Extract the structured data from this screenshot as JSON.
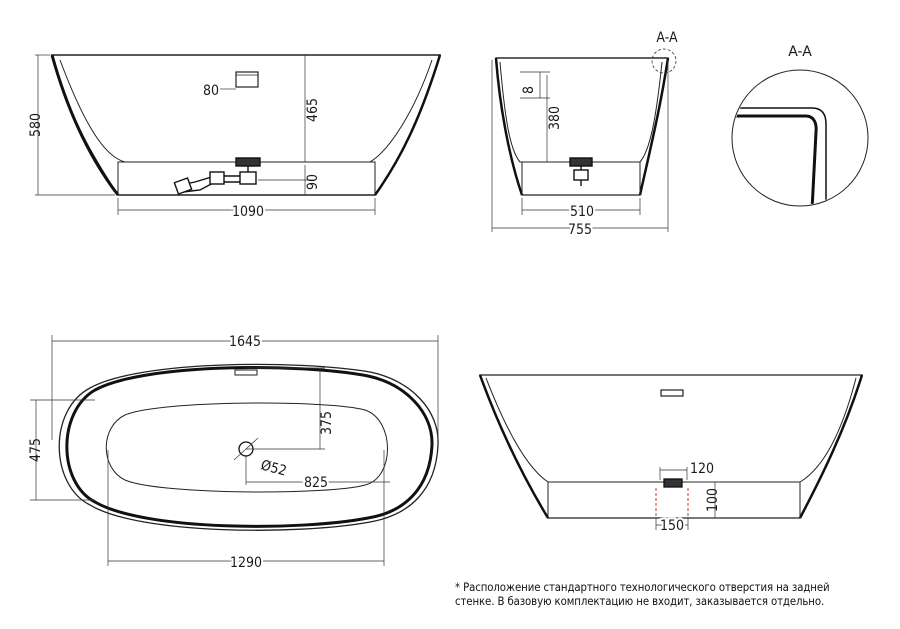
{
  "views": {
    "front": {
      "height": "580",
      "overflow_width": "80",
      "rim_to_floor": "465",
      "drain_height": "90",
      "base_width": "1090"
    },
    "side": {
      "rim_thickness": "8",
      "depth": "380",
      "base_width": "510",
      "overall_width": "755",
      "section_label": "A-A"
    },
    "detail": {
      "title": "A-A"
    },
    "top": {
      "overall_length": "1645",
      "overall_width": "475",
      "inner_half_width": "375",
      "drain_diameter": "Ø52",
      "drain_offset": "825",
      "inner_length": "1290"
    },
    "drain_detail": {
      "waste_width": "120",
      "waste_height": "100",
      "opening_width": "150"
    }
  },
  "footnote": {
    "line1": "* Расположение стандартного технологического отверстия на задней",
    "line2": "стенке. В базовую комплектацию не входит, заказывается отдельно."
  }
}
